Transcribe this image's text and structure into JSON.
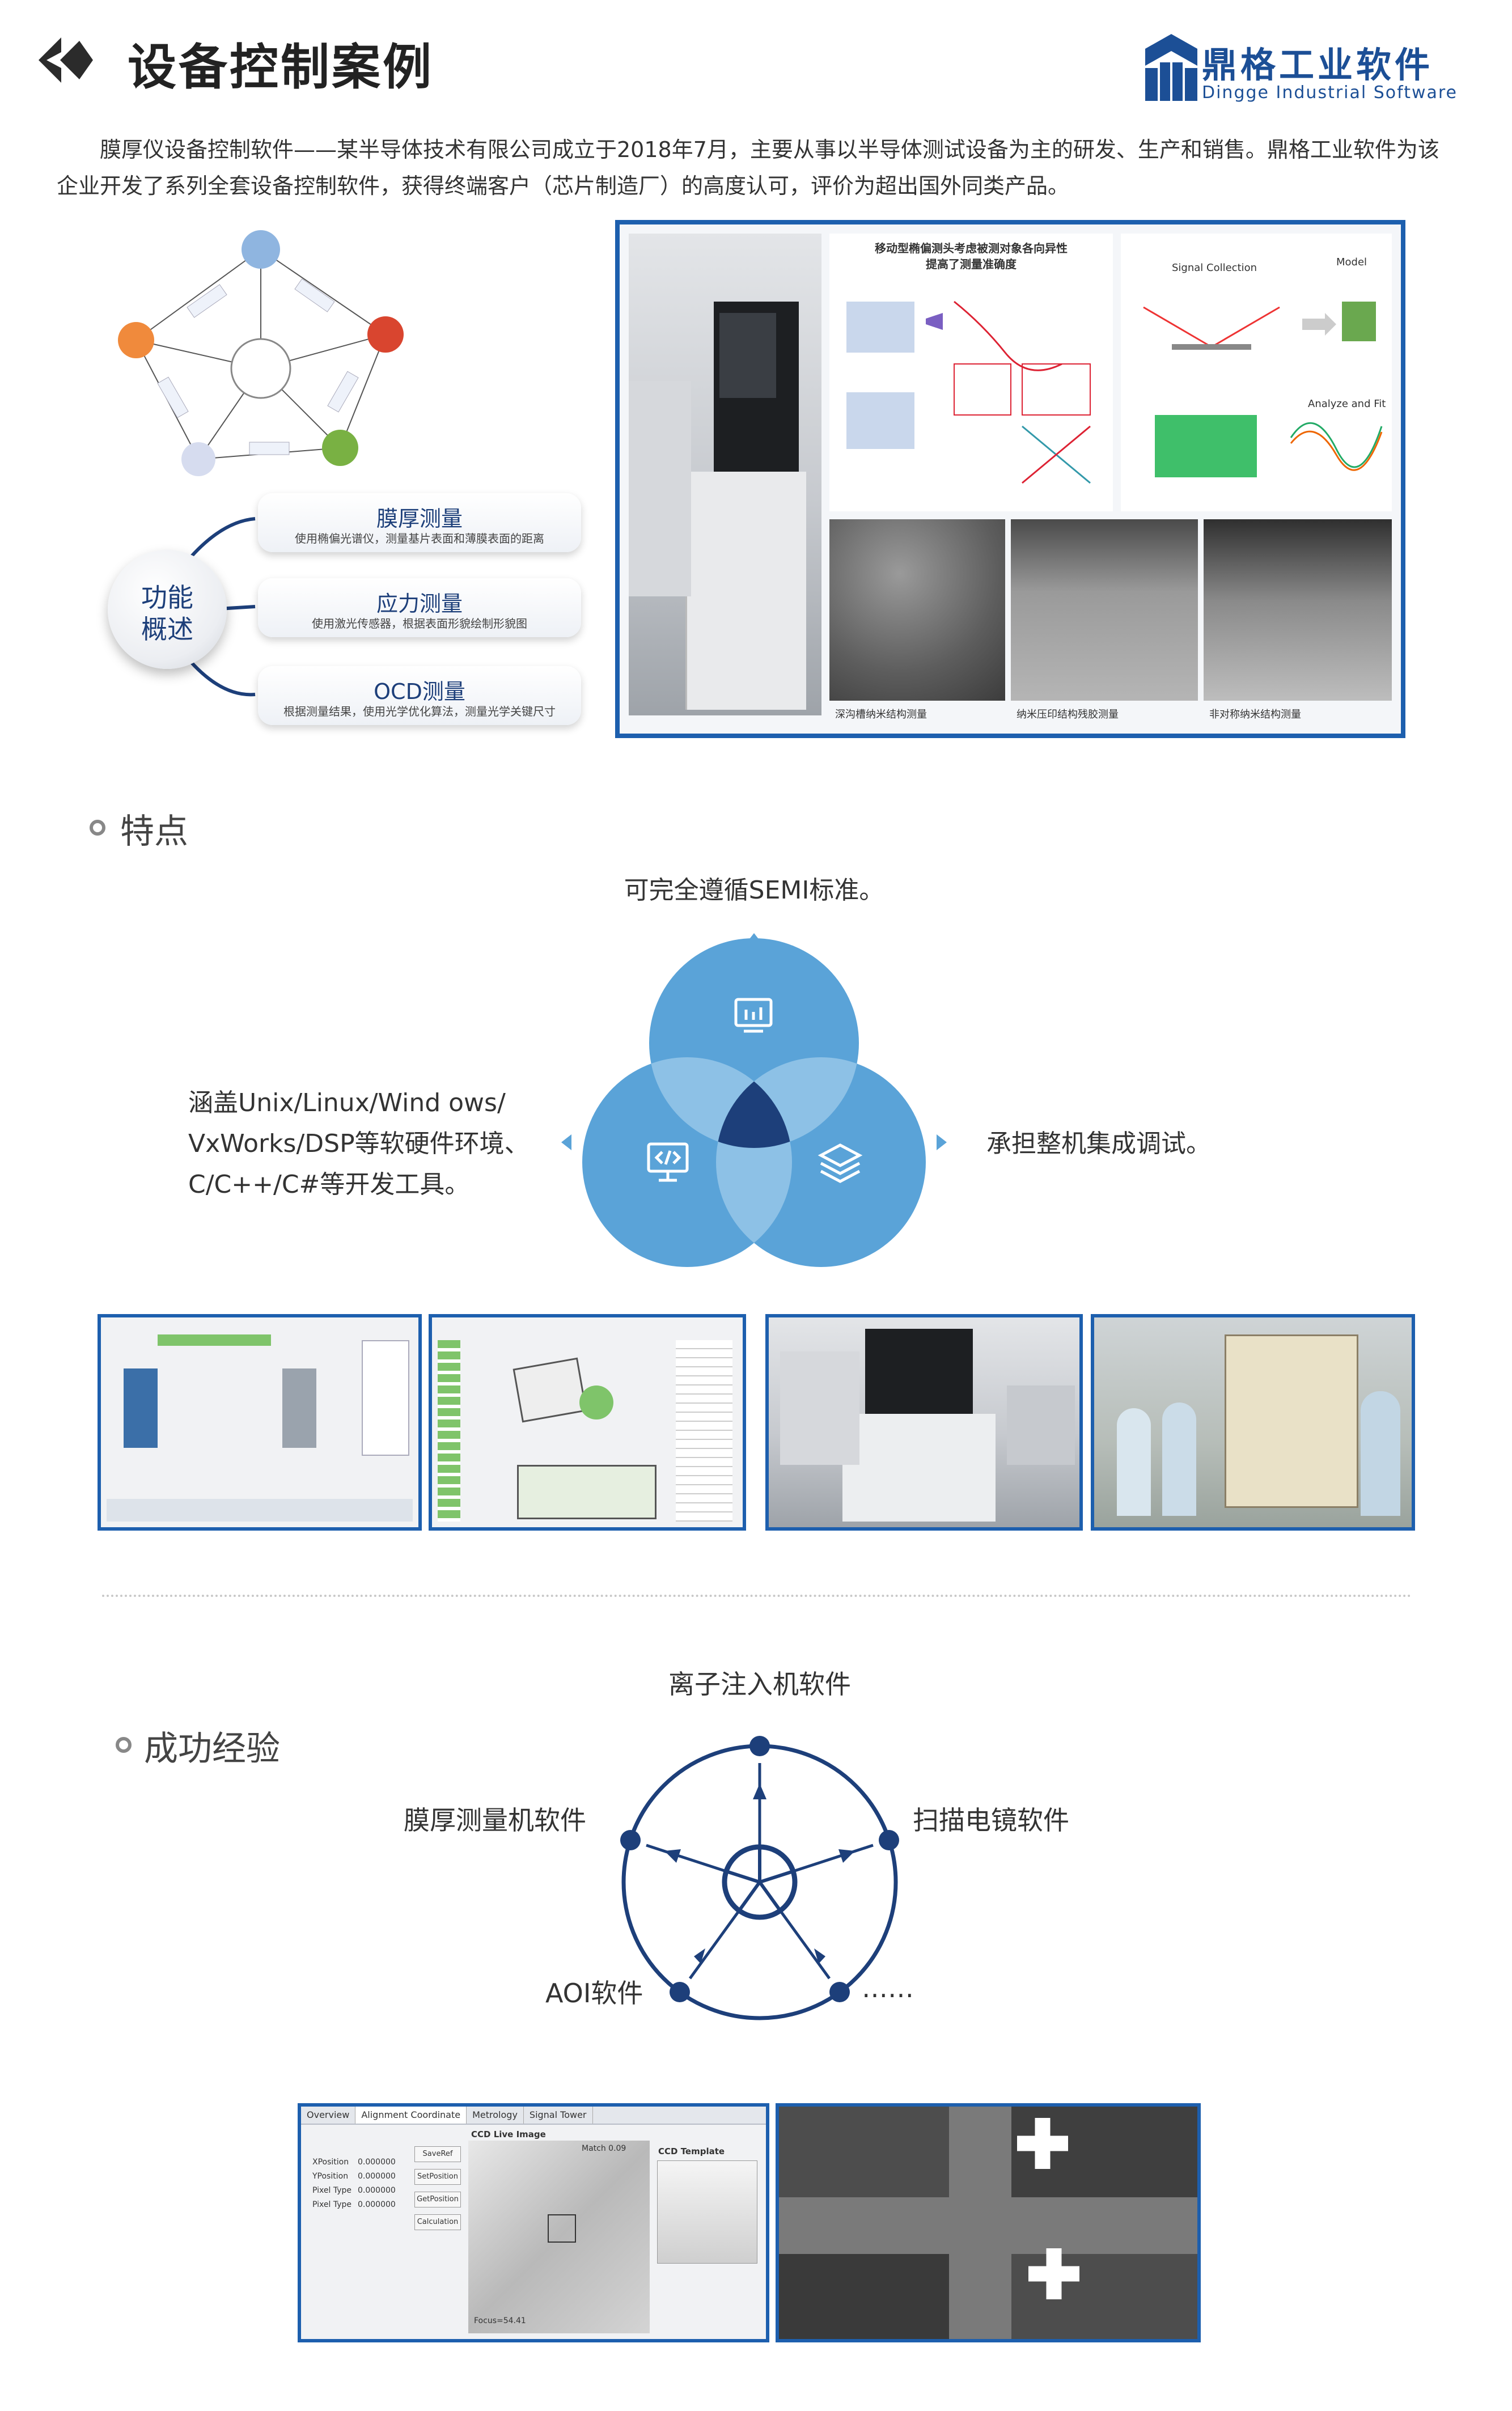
{
  "header": {
    "title": "设备控制案例",
    "logo_cn": "鼎格工业软件",
    "logo_en": "Dingge Industrial Software",
    "intro": "膜厚仪设备控制软件——某半导体技术有限公司成立于2018年7月，主要从事以半导体测试设备为主的研发、生产和销售。鼎格工业软件为该企业开发了系列全套设备控制软件，获得终端客户（芯片制造厂）的高度认可，评价为超出国外同类产品。"
  },
  "overview": {
    "hub_line1": "功能",
    "hub_line2": "概述",
    "items": [
      {
        "title": "膜厚测量",
        "desc": "使用椭偏光谱仪，测量基片表面和薄膜表面的距离"
      },
      {
        "title": "应力测量",
        "desc": "使用激光传感器，根据表面形貌绘制形貌图"
      },
      {
        "title": "OCD测量",
        "desc": "根据测量结果，使用光学优化算法，测量光学关键尺寸"
      }
    ]
  },
  "tech_panel": {
    "heading_line1": "移动型椭偏测头考虑被测对象各向异性",
    "heading_line2": "提高了测量准确度",
    "signal_label": "Signal Collection",
    "model_label": "Model",
    "analyze_label": "Analyze and Fit",
    "sem_captions": [
      "深沟槽纳米结构测量",
      "纳米压印结构残胶测量",
      "非对称纳米结构测量"
    ]
  },
  "features": {
    "title": "特点",
    "top": "可完全遵循SEMI标准。",
    "left_line1": "涵盖Unix/Linux/Wind ows/",
    "left_line2": "VxWorks/DSP等软硬件环境、",
    "left_line3": "C/C++/C#等开发工具。",
    "right": "承担整机集成调试。"
  },
  "experience": {
    "title": "成功经验",
    "nodes": {
      "top": "离子注入机软件",
      "left": "膜厚测量机软件",
      "right": "扫描电镜软件",
      "bottom_left": "AOI软件",
      "bottom_right": "……"
    }
  },
  "software_ui": {
    "tabs": [
      "Overview",
      "Alignment Coordinate",
      "Metrology",
      "Signal Tower"
    ],
    "live_title": "CCD Live Image",
    "match": "Match 0.09",
    "template_title": "CCD Template",
    "buttons": [
      "SaveRef",
      "SetPosition",
      "GetPosition",
      "Calculation"
    ],
    "focus": "Focus=54.41",
    "fields": [
      "XPosition",
      "YPosition",
      "Pixel Type",
      "Pixel Type"
    ],
    "values": [
      "0.000000",
      "0.000000",
      "0.000000",
      "0.000000"
    ]
  },
  "colors": {
    "brand_blue": "#1d5fae",
    "circle_blue": "#5aa3d8",
    "center_dark": "#1d3f7a"
  }
}
